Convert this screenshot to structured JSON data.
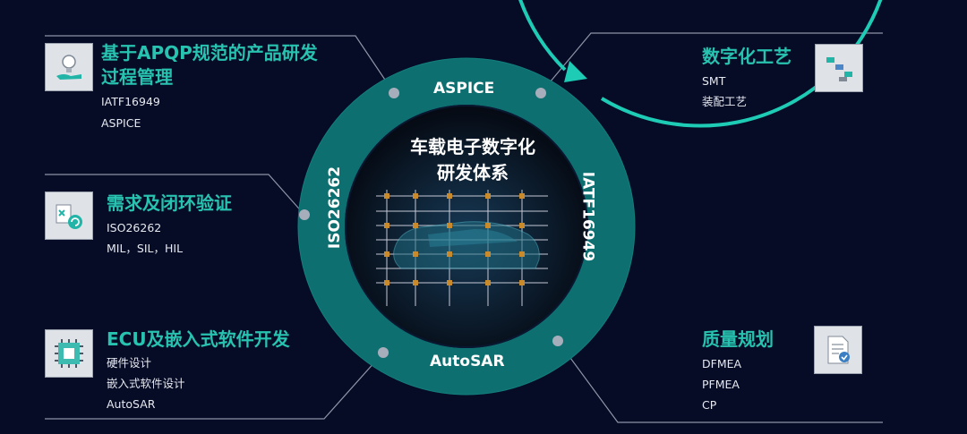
{
  "diagram": {
    "center_title_line1": "车载电子数字化",
    "center_title_line2": "研发体系",
    "ring_labels": {
      "top": "ASPICE",
      "right": "IATF16949",
      "bottom": "AutoSAR",
      "left": "ISO26262"
    },
    "colors": {
      "background": "#060b26",
      "ring": "#0e6f70",
      "accent": "#27c3b0",
      "connector": "#8d95a6"
    }
  },
  "cards": {
    "apqp": {
      "icon": "lightbulb-hand-icon",
      "title_line1": "基于APQP规范的产品研发",
      "title_line2": "过程管理",
      "items": [
        "IATF16949",
        "ASPICE"
      ]
    },
    "requirements": {
      "icon": "validation-loop-icon",
      "title": "需求及闭环验证",
      "items": [
        "ISO26262",
        "MIL，SIL，HIL"
      ]
    },
    "ecu": {
      "icon": "circuit-board-icon",
      "title": "ECU及嵌入式软件开发",
      "items": [
        "硬件设计",
        "嵌入式软件设计",
        "AutoSAR"
      ]
    },
    "digital_process": {
      "icon": "blocks-icon",
      "title": "数字化工艺",
      "items": [
        "SMT",
        "装配工艺"
      ]
    },
    "quality": {
      "icon": "certificate-document-icon",
      "title": "质量规划",
      "items": [
        "DFMEA",
        "PFMEA",
        "CP"
      ]
    }
  }
}
